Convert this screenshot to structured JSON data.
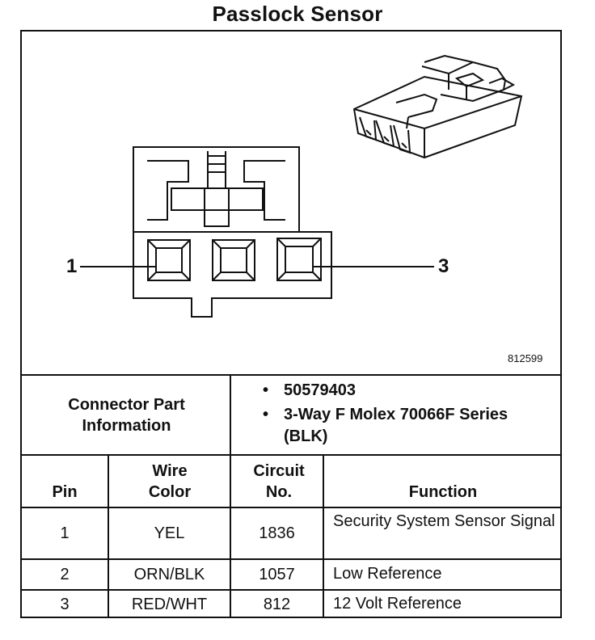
{
  "title": "Passlock Sensor",
  "figure_number": "812599",
  "pin_callouts": {
    "left": "1",
    "right": "3"
  },
  "connector_info": {
    "label": "Connector Part Information",
    "items": [
      "50579403",
      "3-Way F Molex 70066F Series (BLK)"
    ]
  },
  "table": {
    "headers": {
      "pin": "Pin",
      "wire_color": "Wire Color",
      "circuit_no": "Circuit No.",
      "function": "Function"
    },
    "rows": [
      {
        "pin": "1",
        "wire_color": "YEL",
        "circuit_no": "1836",
        "function": "Security System Sensor Signal"
      },
      {
        "pin": "2",
        "wire_color": "ORN/BLK",
        "circuit_no": "1057",
        "function": "Low Reference"
      },
      {
        "pin": "3",
        "wire_color": "RED/WHT",
        "circuit_no": "812",
        "function": "12 Volt Reference"
      }
    ]
  }
}
